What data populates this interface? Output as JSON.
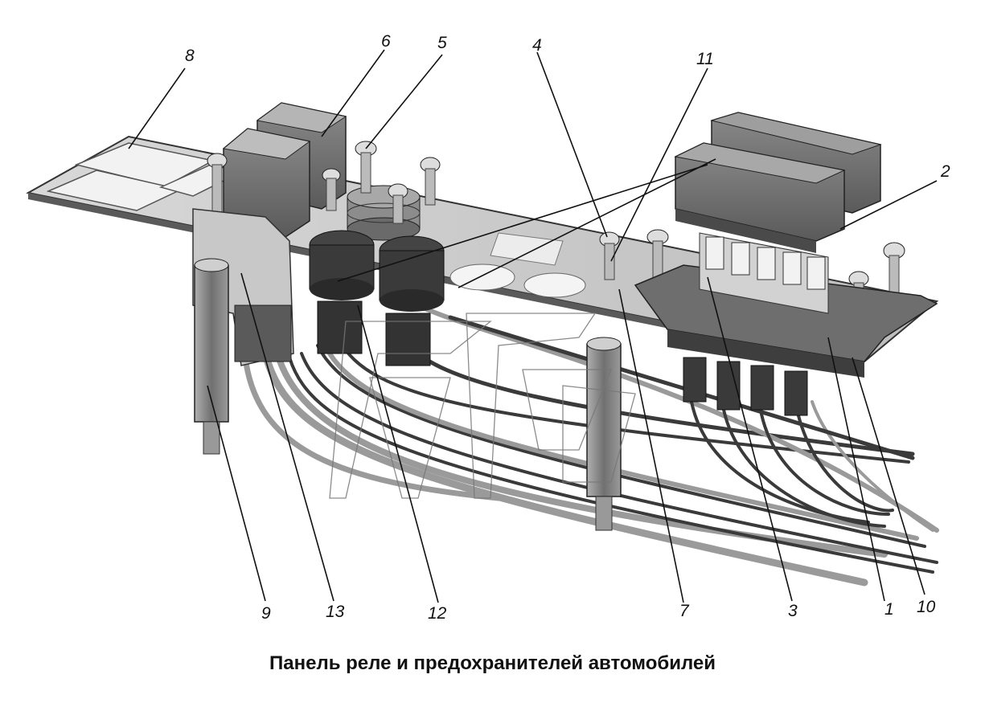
{
  "caption": "Панель реле и предохранителей автомобилей",
  "callouts": {
    "c1": "1",
    "c2": "2",
    "c3": "3",
    "c4": "4",
    "c5": "5",
    "c6": "6",
    "c7": "7",
    "c8": "8",
    "c9": "9",
    "c10": "10",
    "c11": "11",
    "c12": "12",
    "c13": "13"
  }
}
